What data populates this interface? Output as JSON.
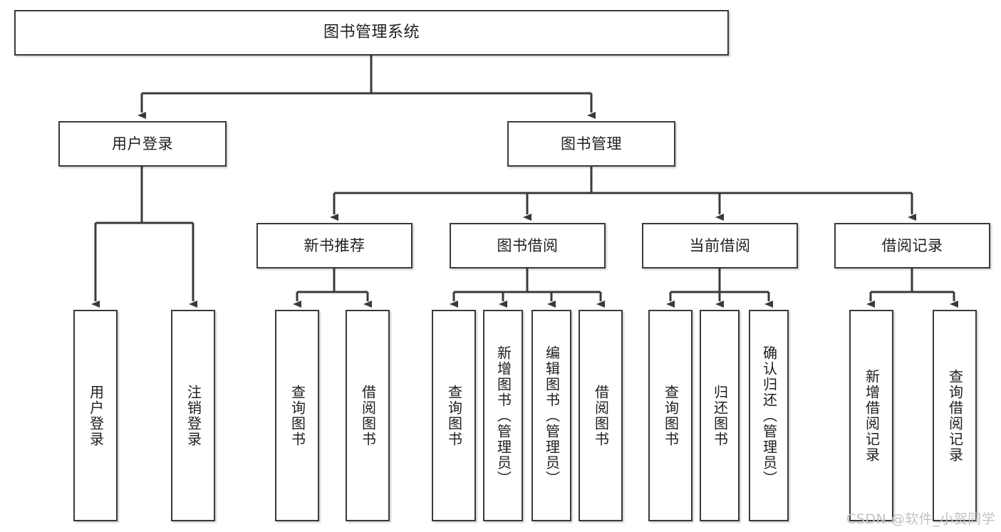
{
  "diagram": {
    "title": "图书管理系统",
    "type": "tree",
    "watermark": "CSDN @软件_小贺同学",
    "colors": {
      "box_border": "#3a3a3a",
      "box_fill": "#ffffff",
      "connector": "#3a3a3a",
      "text": "#1e1e1e",
      "watermark": "#c2c2c2",
      "background": "#ffffff"
    },
    "nodes": {
      "root": {
        "label": "图书管理系统"
      },
      "level2": [
        {
          "id": "user-login",
          "label": "用户登录"
        },
        {
          "id": "book-manage",
          "label": "图书管理"
        }
      ],
      "level3": [
        {
          "id": "new-book-recommend",
          "label": "新书推荐"
        },
        {
          "id": "book-borrow",
          "label": "图书借阅"
        },
        {
          "id": "current-borrow",
          "label": "当前借阅"
        },
        {
          "id": "borrow-record",
          "label": "借阅记录"
        }
      ],
      "leaves": [
        {
          "id": "leaf-user-login",
          "label": "用户登录",
          "parent": "user-login"
        },
        {
          "id": "leaf-logout-login",
          "label": "注销登录",
          "parent": "user-login"
        },
        {
          "id": "leaf-query-book-1",
          "label": "查询图书",
          "parent": "new-book-recommend"
        },
        {
          "id": "leaf-borrow-book-1",
          "label": "借阅图书",
          "parent": "new-book-recommend"
        },
        {
          "id": "leaf-query-book-2",
          "label": "查询图书",
          "parent": "book-borrow"
        },
        {
          "id": "leaf-add-book",
          "label": "新增图书（管理员）",
          "parent": "book-borrow"
        },
        {
          "id": "leaf-edit-book",
          "label": "编辑图书（管理员）",
          "parent": "book-borrow"
        },
        {
          "id": "leaf-borrow-book-2",
          "label": "借阅图书",
          "parent": "book-borrow"
        },
        {
          "id": "leaf-query-book-3",
          "label": "查询图书",
          "parent": "current-borrow"
        },
        {
          "id": "leaf-return-book",
          "label": "归还图书",
          "parent": "current-borrow"
        },
        {
          "id": "leaf-confirm-return",
          "label": "确认归还（管理员）",
          "parent": "current-borrow"
        },
        {
          "id": "leaf-add-record",
          "label": "新增借阅记录",
          "parent": "borrow-record"
        },
        {
          "id": "leaf-query-record",
          "label": "查询借阅记录",
          "parent": "borrow-record"
        }
      ]
    }
  }
}
